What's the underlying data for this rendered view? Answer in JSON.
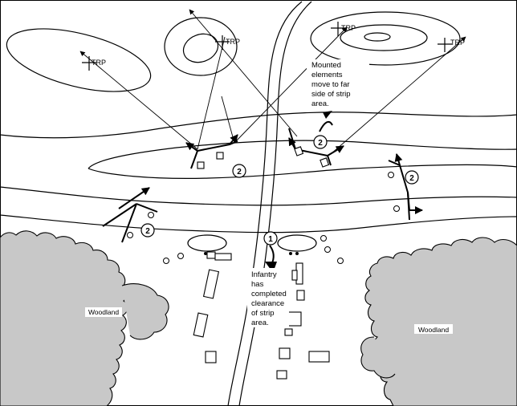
{
  "trp_label": "TRP",
  "phase_markers": [
    "1",
    "2"
  ],
  "notes": {
    "mounted": [
      "Mounted",
      "elements",
      "move to far",
      "side of strip",
      "area."
    ],
    "infantry": [
      "Infantry",
      "has",
      "completed",
      "clearance",
      "of strip",
      "area."
    ]
  },
  "woodland_label": "Woodland",
  "colors": {
    "ink": "#000000",
    "woods_fill": "#c8c8c8",
    "paper": "#ffffff"
  }
}
